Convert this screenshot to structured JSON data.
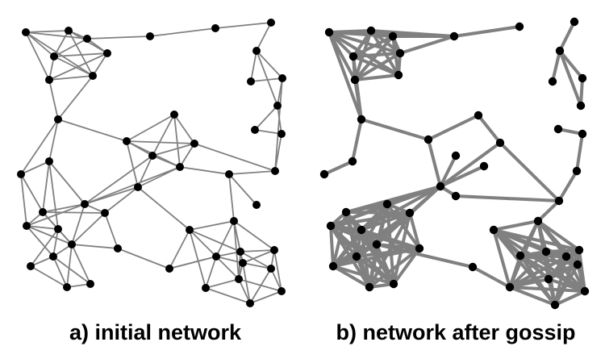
{
  "colors": {
    "edge": "#808080",
    "node": "#000000",
    "background": "#ffffff",
    "caption": "#000000"
  },
  "panels": [
    {
      "id": "a",
      "caption": "a) initial network"
    },
    {
      "id": "b",
      "caption": "b) network after gossip"
    }
  ]
}
